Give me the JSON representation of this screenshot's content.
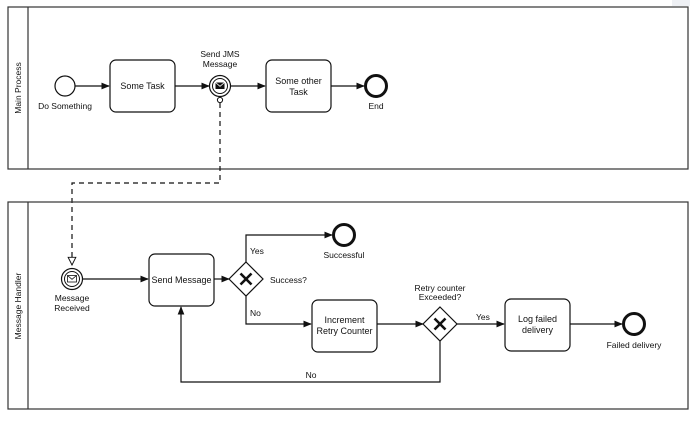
{
  "pools": {
    "main": {
      "label": "Main Process"
    },
    "handler": {
      "label": "Message Handler"
    }
  },
  "main": {
    "start_label": "Do Something",
    "task1": "Some Task",
    "send_event": [
      "Send JMS",
      "Message"
    ],
    "task2": [
      "Some other",
      "Task"
    ],
    "end_label": "End"
  },
  "handler": {
    "start_label": [
      "Message",
      "Received"
    ],
    "send_task": "Send Message",
    "gateway1_label": "Success?",
    "yes1": "Yes",
    "no1": "No",
    "success_end": "Successful",
    "increment_task": [
      "Increment",
      "Retry Counter"
    ],
    "gateway2_label": [
      "Retry counter",
      "Exceeded?"
    ],
    "yes2": "Yes",
    "log_task": [
      "Log failed",
      "delivery"
    ],
    "failed_end": "Failed delivery",
    "no_loop": "No"
  },
  "colors": {
    "stroke": "#111111",
    "border": "#333333"
  }
}
